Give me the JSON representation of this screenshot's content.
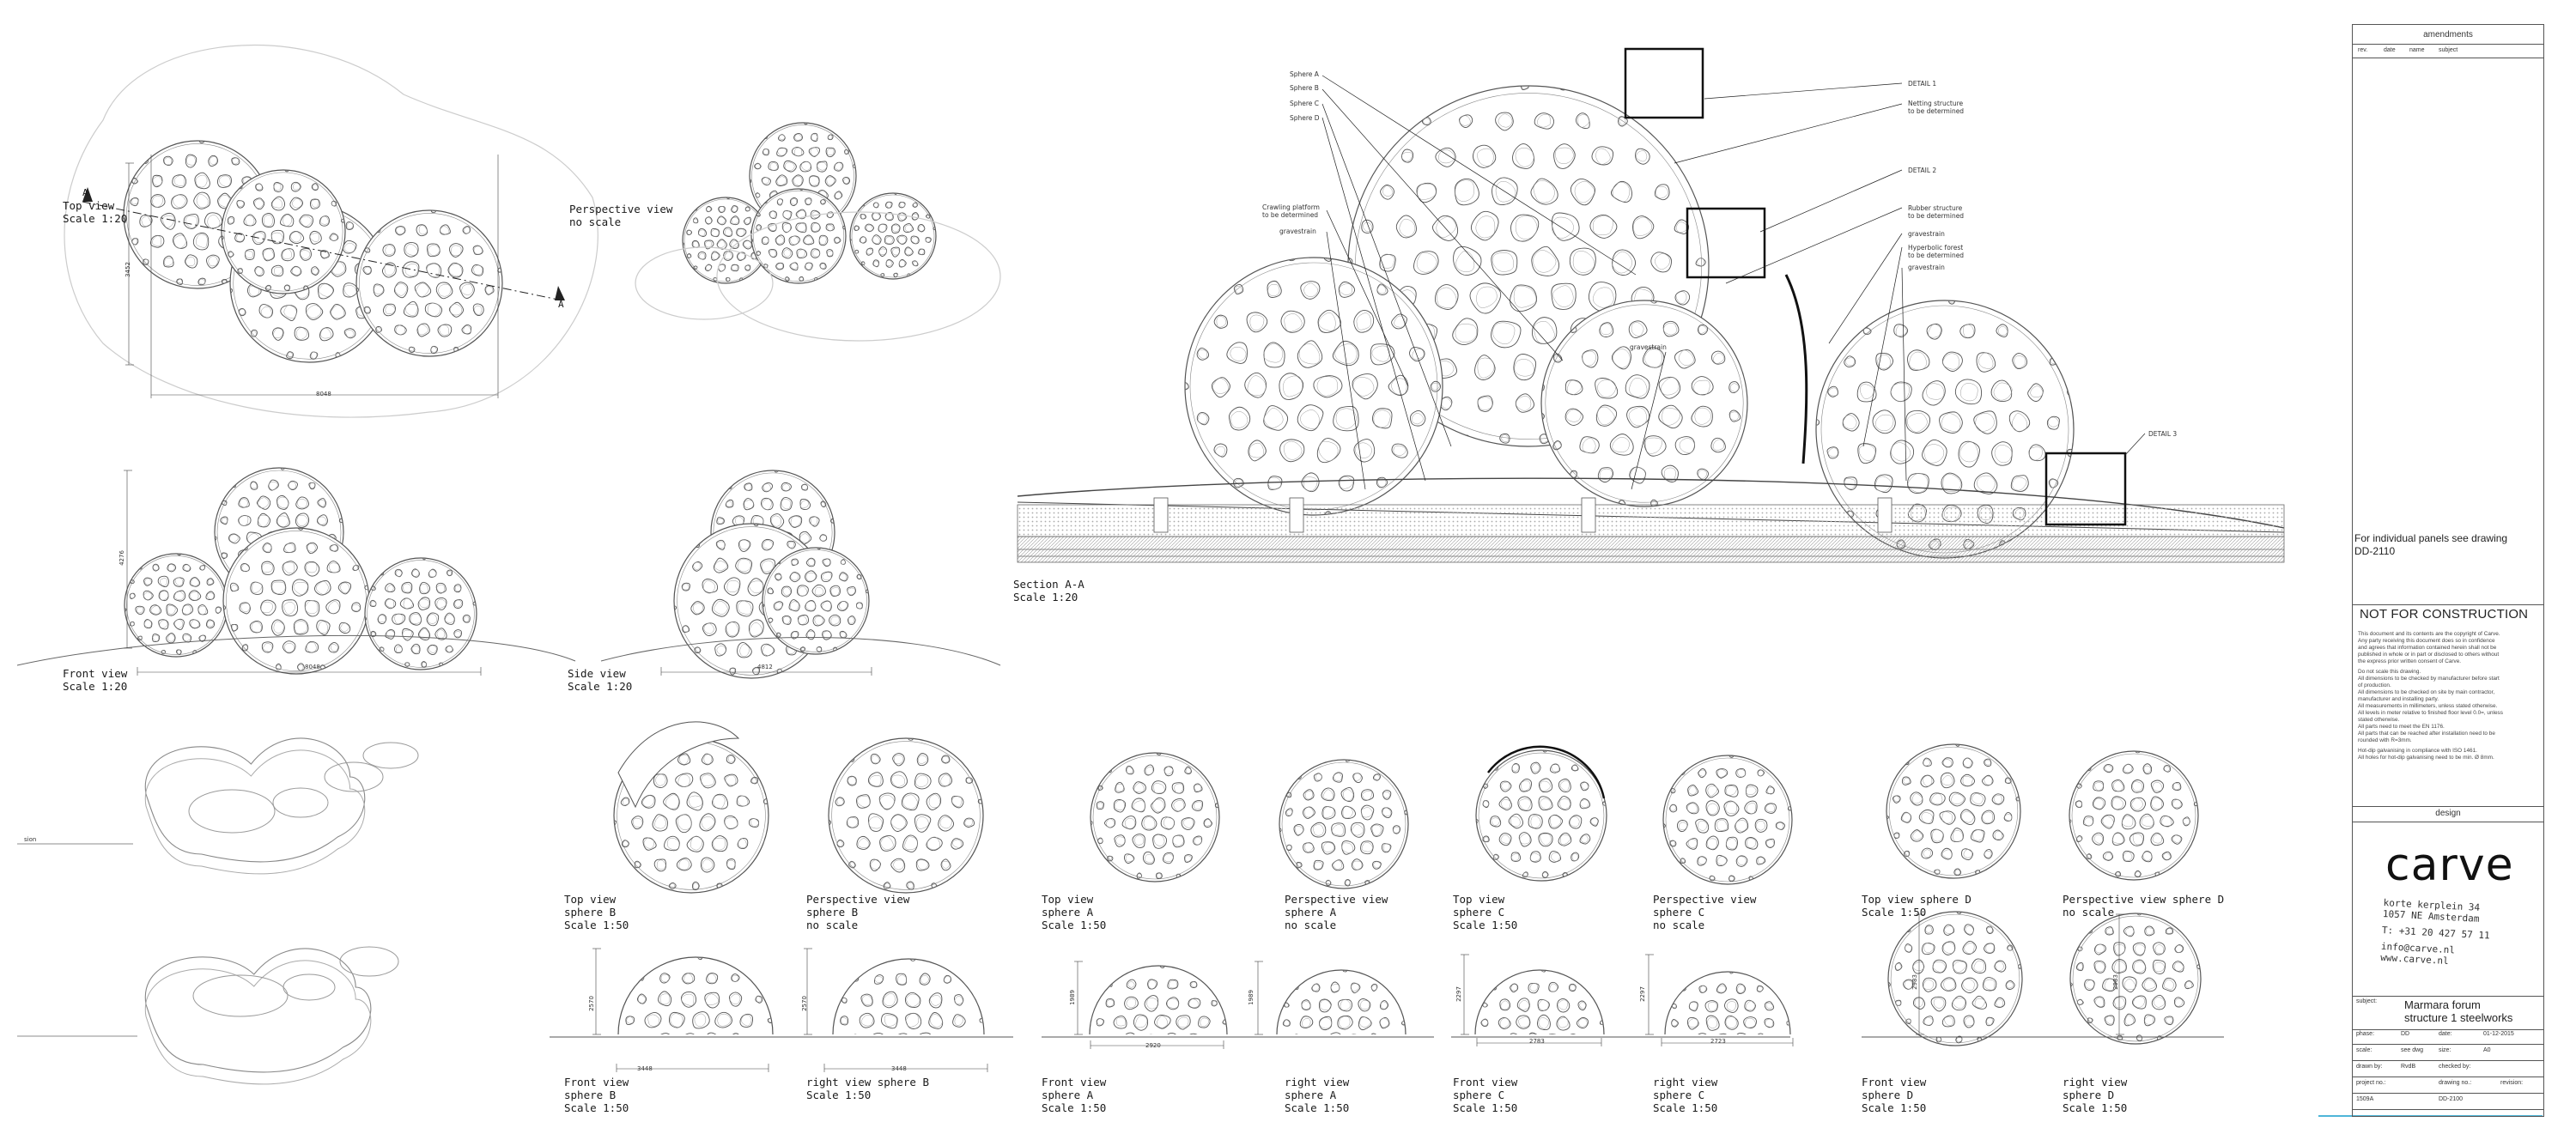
{
  "views": {
    "top_view": [
      "Top view",
      "Scale 1:20"
    ],
    "perspective": [
      "Perspective view",
      "no scale"
    ],
    "front_view": [
      "Front view",
      "Scale 1:20"
    ],
    "side_view": [
      "Side view",
      "Scale 1:20"
    ],
    "section": [
      "Section A-A",
      "Scale 1:20"
    ],
    "top_b": [
      "Top view",
      "sphere B",
      "Scale 1:50"
    ],
    "persp_b": [
      "Perspective view",
      "sphere B",
      "no scale"
    ],
    "front_b": [
      "Front view",
      "sphere B",
      "Scale 1:50"
    ],
    "right_b": [
      "right view sphere B",
      "Scale 1:50"
    ],
    "top_a": [
      "Top view",
      "sphere A",
      "Scale 1:50"
    ],
    "persp_a": [
      "Perspective view",
      "sphere A",
      "no scale"
    ],
    "front_a": [
      "Front view",
      "sphere A",
      "Scale 1:50"
    ],
    "right_a": [
      "right view",
      "sphere A",
      "Scale 1:50"
    ],
    "top_c": [
      "Top view",
      "sphere C",
      "Scale 1:50"
    ],
    "persp_c": [
      "Perspective view",
      "sphere C",
      "no scale"
    ],
    "front_c": [
      "Front view",
      "sphere C",
      "Scale 1:50"
    ],
    "right_c": [
      "right view",
      "sphere C",
      "Scale 1:50"
    ],
    "top_d": [
      "Top view sphere D",
      "Scale 1:50"
    ],
    "persp_d": [
      "Perspective view sphere D",
      "no scale"
    ],
    "front_d": [
      "Front view",
      "sphere D",
      "Scale 1:50"
    ],
    "right_d": [
      "right view",
      "sphere D",
      "Scale 1:50"
    ]
  },
  "section_callouts": {
    "sphere_a": "Sphere A",
    "sphere_b": "Sphere B",
    "sphere_c": "Sphere C",
    "sphere_d": "Sphere D",
    "crawling": [
      "Crawling platform",
      "to be determined"
    ],
    "gravestrain_1": "gravestrain",
    "gravestrain_2": "gravestrain",
    "detail_1": "DETAIL 1",
    "netting": [
      "Netting structure",
      "to be determined"
    ],
    "detail_2": "DETAIL 2",
    "rubber": [
      "Rubber structure",
      "to be determined"
    ],
    "gravestrain_3": "gravestrain",
    "hyperbolic": [
      "Hyperbolic forest",
      "to be determined"
    ],
    "gravestrain_4": "gravestrain",
    "detail_3": "DETAIL 3"
  },
  "section_marks": {
    "a1": "A",
    "a2": "A"
  },
  "dimensions": {
    "top_w": "8048",
    "top_h": "3452",
    "front_w": "8048",
    "front_h": "4276",
    "side_w": "4812",
    "b_front_w": "3448",
    "b_front_h": "2570",
    "b_right_w": "3448",
    "b_right_h": "2570",
    "a_front_w": "2920",
    "a_front_h": "1989",
    "a_right_h": "1989",
    "c_front_w": "2783",
    "c_front_h": "2297",
    "c_right_w": "2723",
    "c_right_h": "2297",
    "d_front_h": "2983",
    "d_right_h": "2983"
  },
  "plan_label": "sion",
  "title_block": {
    "amendments": "amendments",
    "amend_cols": [
      "rev.",
      "date",
      "name",
      "subject"
    ],
    "panels_note": [
      "For individual panels see drawing",
      "DD-2110"
    ],
    "not_for_construction": "NOT FOR CONSTRUCTION",
    "notes": [
      "This document and its contents are the copyright of Carve.",
      "Any party receiving this document does so in confidence",
      "and agrees that information contained herein shall not be",
      "published in whole or in part or disclosed to others without",
      "the express prior written consent of Carve.",
      "Do not scale this drawing.",
      "All dimensions to be checked by manufacturer before start",
      "of production.",
      "All dimensions to be checked on site by main contractor,",
      "manufacturer and installing party.",
      "All measurements in millimeters, unless stated otherwise.",
      "All levels in meter relative to finished floor level 0.0=, unless",
      "stated otherwise.",
      "All parts need to meet the EN 1176.",
      "All parts that can be reached after installation need to be",
      "rounded with R=3mm.",
      "Hot-dip galvanising in compliance with ISO 1461.",
      "All holes for hot-dip galvanising need to be min. Ø 8mm."
    ],
    "design": "design",
    "brand": "carve",
    "address": [
      "korte kerplein 34",
      "1057 NE Amsterdam",
      "T: +31 20 427 57 11",
      "info@carve.nl",
      "www.carve.nl"
    ],
    "subject_label": "subject:",
    "subject": [
      "Marmara forum",
      "structure 1 steelworks"
    ],
    "rows": [
      {
        "label": "phase:",
        "value": "DD",
        "label2": "date:",
        "value2": "01-12-2015"
      },
      {
        "label": "scale:",
        "value": "see dwg",
        "label2": "size:",
        "value2": "A0"
      },
      {
        "label": "drawn by:",
        "value": "RvdB",
        "label2": "checked by:",
        "value2": ""
      },
      {
        "label": "project no.:",
        "value": "",
        "label2": "drawing no.:",
        "value2": "",
        "label3": "revision:"
      },
      {
        "label": "1509A",
        "value": "",
        "label2": "DD-2100",
        "value2": ""
      }
    ]
  },
  "colors": {
    "line": "#555555",
    "accent": "#4fb6d8"
  }
}
